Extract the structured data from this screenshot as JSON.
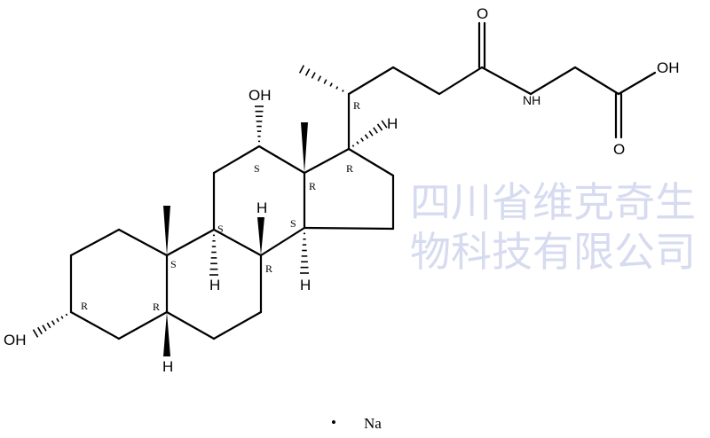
{
  "watermark": "四川省维克奇生物科技有限公司",
  "atoms": {
    "oh_c3": "OH",
    "oh_c12": "OH",
    "h_c17": "H",
    "h_c8": "H",
    "h_c9": "H",
    "h_c14": "H",
    "h_c5": "H",
    "o_amide": "O",
    "nh": "NH",
    "oh_acid": "OH",
    "o_acid": "O"
  },
  "stereo_labels": {
    "c3": "R",
    "c5": "R",
    "c10": "S",
    "c9": "S",
    "c8": "R",
    "c14": "S",
    "c13": "R",
    "c12": "S",
    "c17": "R",
    "c20": "R"
  },
  "counterion": {
    "dot": "•",
    "label": "Na"
  }
}
